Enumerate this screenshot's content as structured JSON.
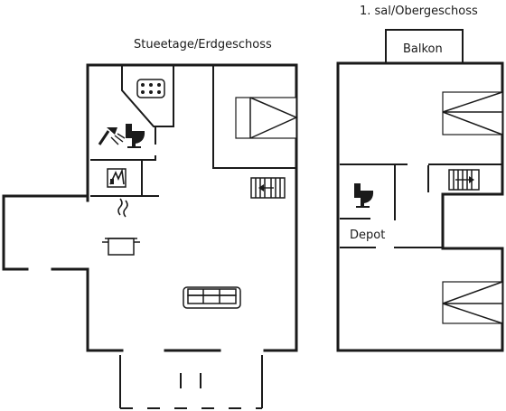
{
  "floors": {
    "ground_title": "Stueetage/Erdgeschoss",
    "upper_title": "1. sal/Obergeschoss"
  },
  "rooms": {
    "balcony": "Balkon",
    "depot": "Depot"
  },
  "icons": [
    "hot-tub-icon",
    "shower-icon",
    "toilet-icon",
    "washing-machine-icon",
    "stairs-icon",
    "cooking-pot-icon",
    "sofa-icon",
    "bed-icon"
  ]
}
